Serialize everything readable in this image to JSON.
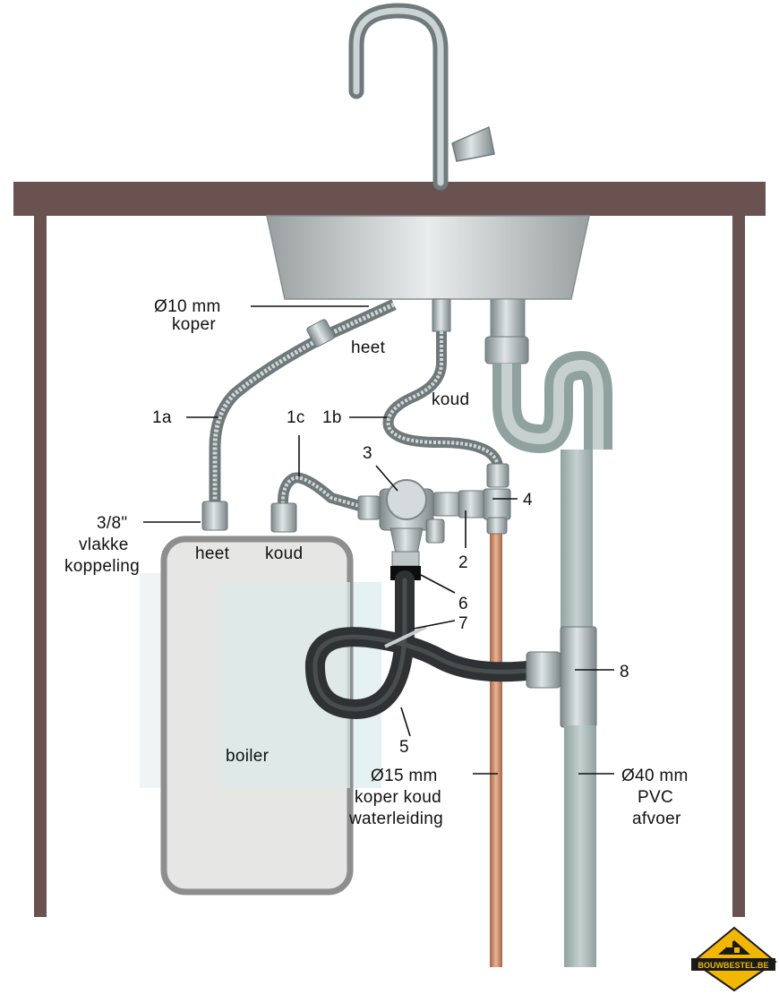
{
  "labels": {
    "copper_10mm_line1": "Ø10 mm",
    "copper_10mm_line2": "koper",
    "heet_pipe": "heet",
    "koud_pipe": "koud",
    "hose_1a": "1a",
    "hose_1b": "1b",
    "hose_1c": "1c",
    "part_3": "3",
    "part_4": "4",
    "part_2": "2",
    "part_6": "6",
    "part_7": "7",
    "part_8": "8",
    "part_5": "5",
    "coupling_line1": "3/8\"",
    "coupling_line2": "vlakke",
    "coupling_line3": "koppeling",
    "boiler_heet": "heet",
    "boiler_koud": "koud",
    "boiler": "boiler",
    "copper_15mm_line1": "Ø15 mm",
    "copper_15mm_line2": "koper koud",
    "copper_15mm_line3": "waterleiding",
    "pvc_line1": "Ø40 mm",
    "pvc_line2": "PVC",
    "pvc_line3": "afvoer"
  },
  "logo": {
    "text": "BOUWBESTEL.BE"
  },
  "colors": {
    "counter": "#6a5250",
    "pvc": "#9fb0ae",
    "copper": "#c98a6a",
    "hose": "#2e3234",
    "steel": "#a9b2b4",
    "boiler_border": "#8e8e8e",
    "boiler_fill": "#e6e7e4",
    "logo_yellow": "#f2b705"
  }
}
